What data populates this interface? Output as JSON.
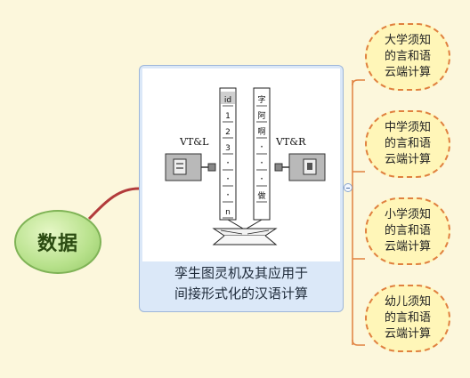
{
  "root": {
    "label": "数据"
  },
  "main": {
    "caption_lines": [
      "孪生图灵机及其应用于",
      "间接形式化的汉语计算"
    ]
  },
  "figure": {
    "left_label": "VT&L",
    "right_label": "VT&R",
    "left_tape": [
      "id",
      "1",
      "2",
      "3",
      "·",
      "·",
      "·",
      "n"
    ],
    "right_tape": [
      "字",
      "阿",
      "啊",
      "·",
      "·",
      "·",
      "做"
    ]
  },
  "children": [
    {
      "lines": [
        "大学须知",
        "的言和语",
        "云端计算"
      ]
    },
    {
      "lines": [
        "中学须知",
        "的言和语",
        "云端计算"
      ]
    },
    {
      "lines": [
        "小学须知",
        "的言和语",
        "云端计算"
      ]
    },
    {
      "lines": [
        "幼儿须知",
        "的言和语",
        "云端计算"
      ]
    }
  ],
  "colors": {
    "background": "#fcf7dc",
    "root_fill": "#b7e18b",
    "main_fill": "#dbe8f8",
    "cloud_fill": "#fff6b8",
    "cloud_border": "#e0813f",
    "connector_root": "#b23b3b",
    "connector_children": "#e0813f"
  }
}
